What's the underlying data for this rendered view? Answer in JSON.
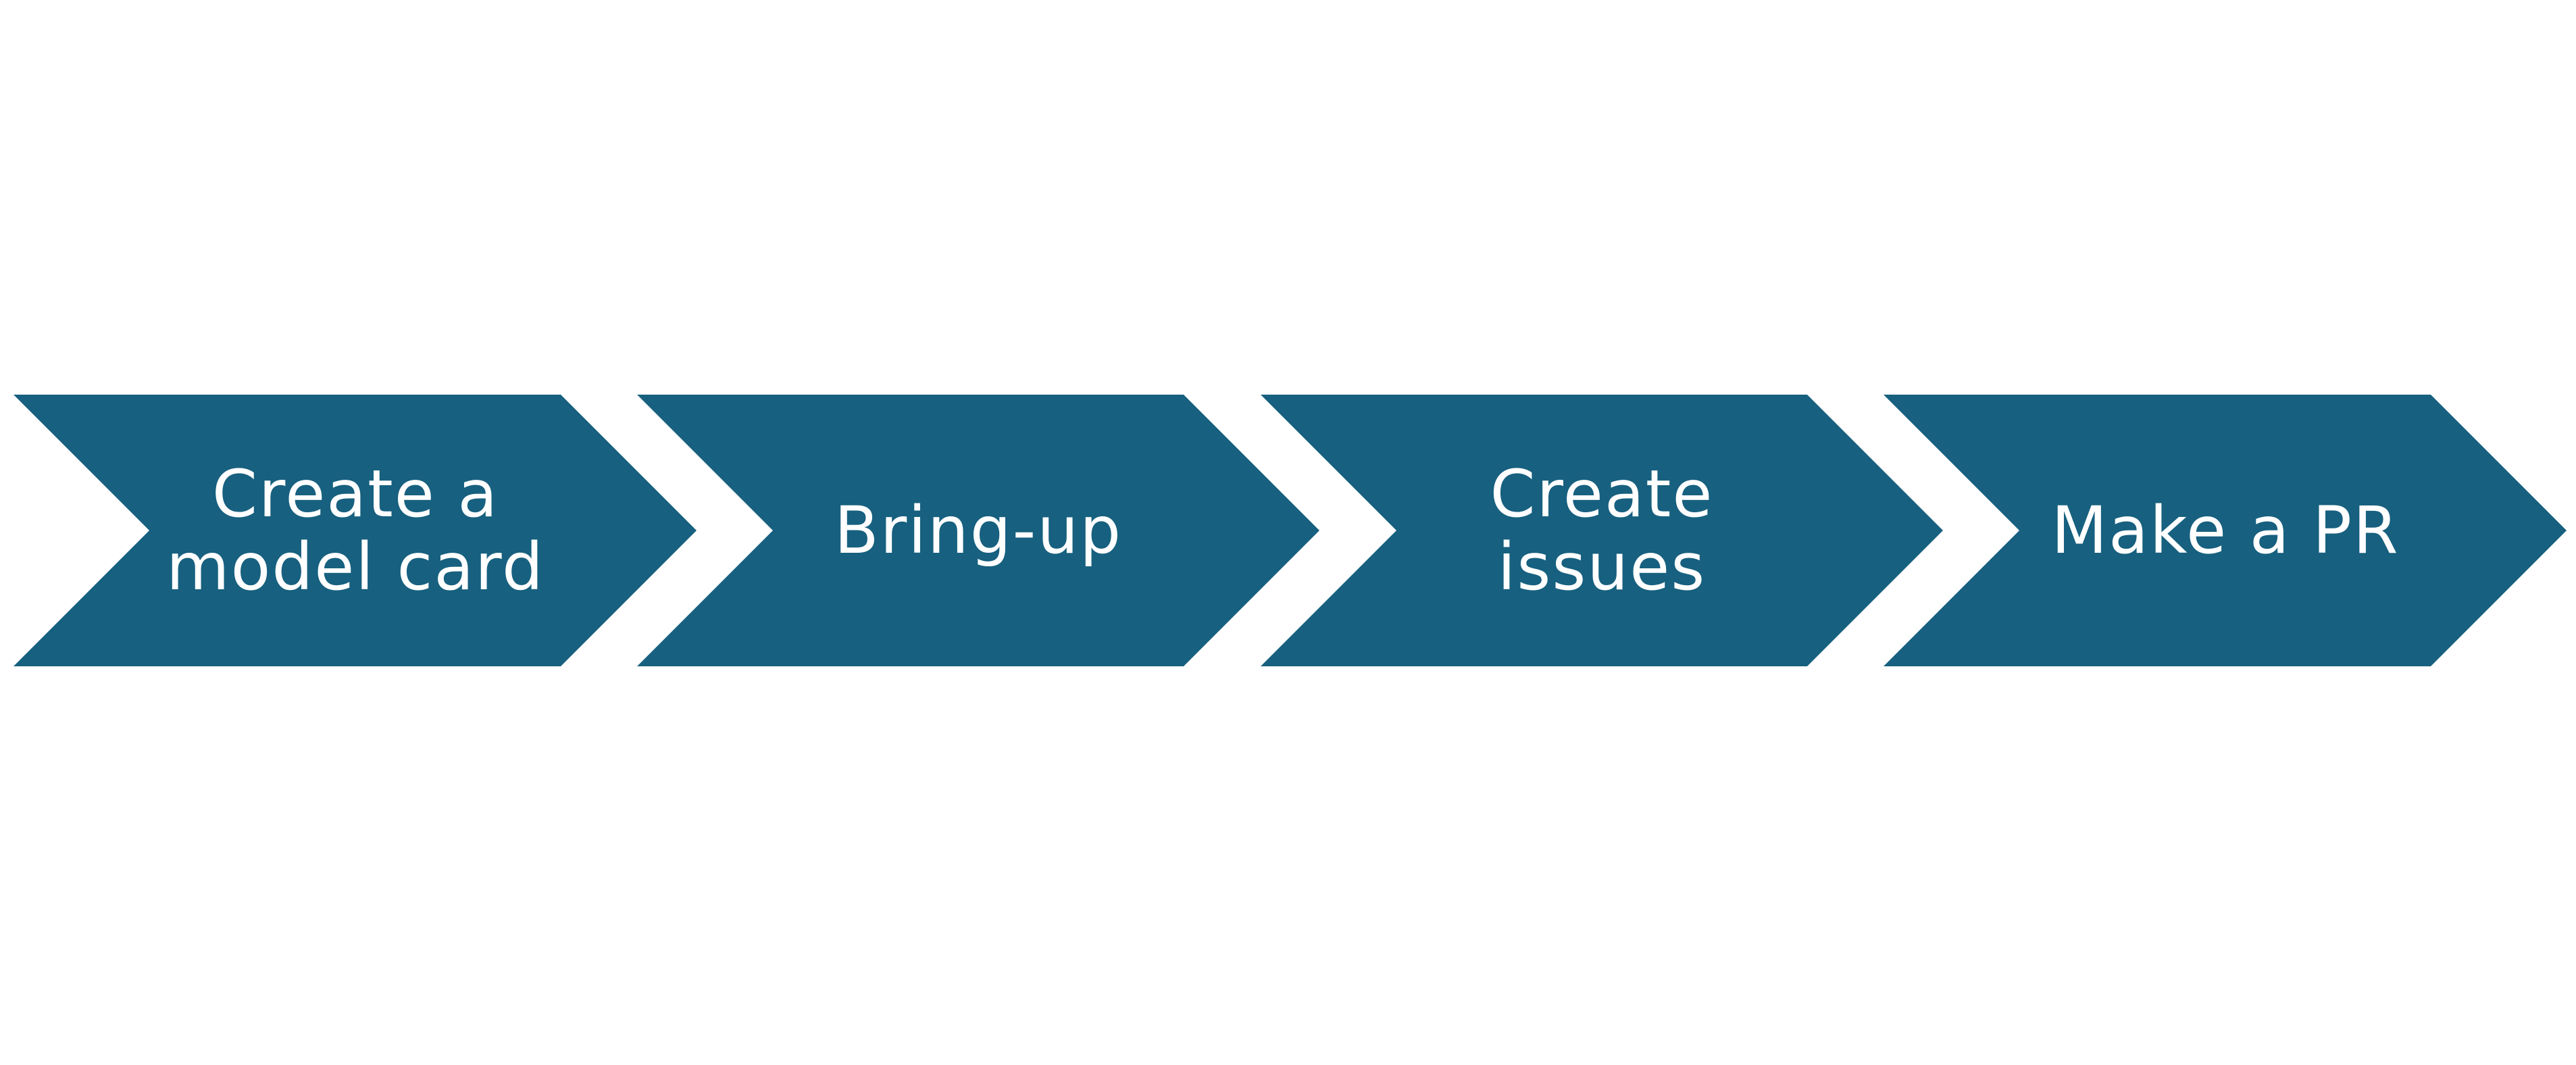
{
  "diagram": {
    "fill_color": "#17607f",
    "background_color": "#ffffff",
    "steps": [
      {
        "label": "Create a\nmodel card"
      },
      {
        "label": "Bring-up"
      },
      {
        "label": "Create\nissues"
      },
      {
        "label": "Make a PR"
      }
    ]
  }
}
